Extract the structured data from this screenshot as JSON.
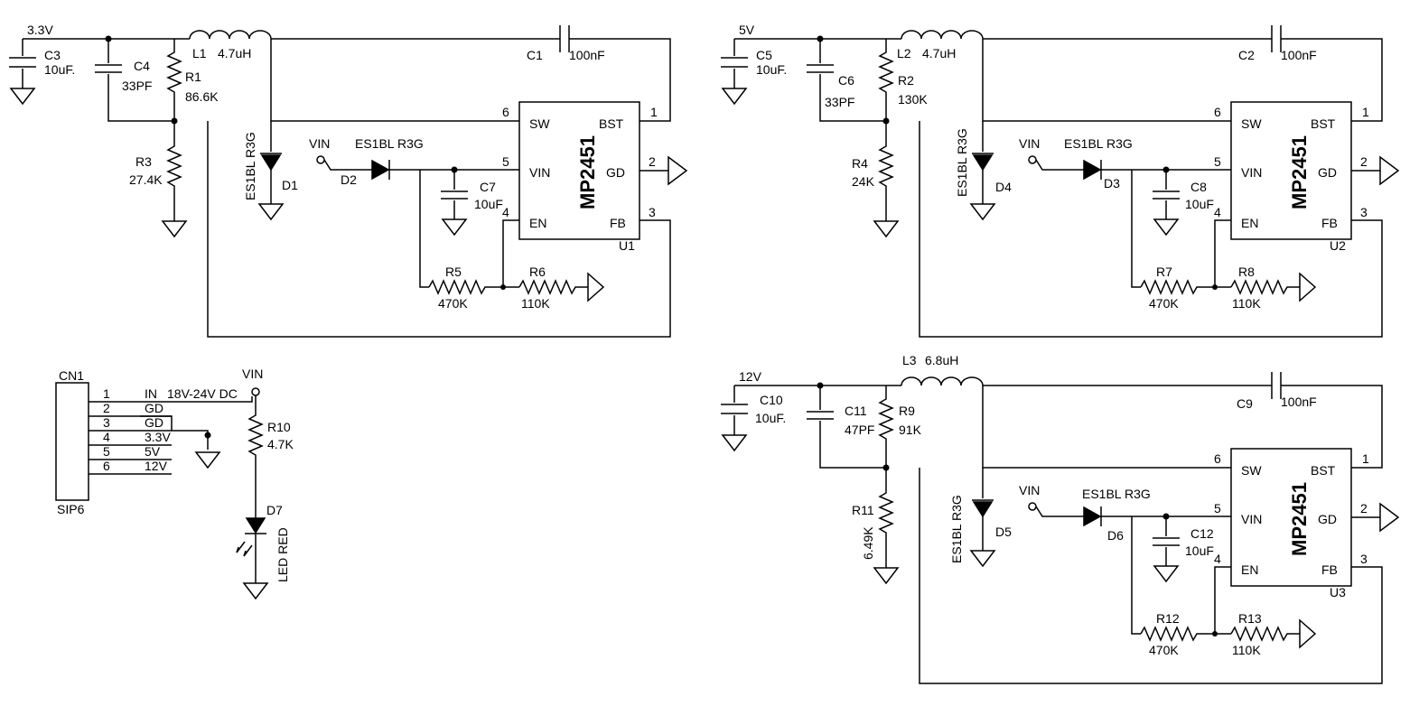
{
  "circuits": [
    {
      "output": "3.3V",
      "c_out": {
        "ref": "C3",
        "value": "10uF."
      },
      "c_ff": {
        "ref": "C4",
        "value": "33PF"
      },
      "inductor": {
        "ref": "L1",
        "value": "4.7uH"
      },
      "r_top": {
        "ref": "R1",
        "value": "86.6K"
      },
      "r_bot": {
        "ref": "R3",
        "value": "27.4K"
      },
      "c_bst": {
        "ref": "C1",
        "value": "100nF"
      },
      "d_sw": {
        "ref": "D1",
        "value": "ES1BL R3G"
      },
      "d_in": {
        "ref": "D2",
        "value": "ES1BL R3G"
      },
      "vin": "VIN",
      "c_in": {
        "ref": "C7",
        "value": "10uF"
      },
      "r_en1": {
        "ref": "R5",
        "value": "470K"
      },
      "r_en2": {
        "ref": "R6",
        "value": "110K"
      },
      "ic": {
        "ref": "U1",
        "part": "MP2451"
      }
    },
    {
      "output": "5V",
      "c_out": {
        "ref": "C5",
        "value": "10uF."
      },
      "c_ff": {
        "ref": "C6",
        "value": "33PF"
      },
      "inductor": {
        "ref": "L2",
        "value": "4.7uH"
      },
      "r_top": {
        "ref": "R2",
        "value": "130K"
      },
      "r_bot": {
        "ref": "R4",
        "value": "24K"
      },
      "c_bst": {
        "ref": "C2",
        "value": "100nF"
      },
      "d_sw": {
        "ref": "D4",
        "value": "ES1BL R3G"
      },
      "d_in": {
        "ref": "D3",
        "value": "ES1BL R3G"
      },
      "vin": "VIN",
      "c_in": {
        "ref": "C8",
        "value": "10uF"
      },
      "r_en1": {
        "ref": "R7",
        "value": "470K"
      },
      "r_en2": {
        "ref": "R8",
        "value": "110K"
      },
      "ic": {
        "ref": "U2",
        "part": "MP2451"
      }
    },
    {
      "output": "12V",
      "c_out": {
        "ref": "C10",
        "value": "10uF."
      },
      "c_ff": {
        "ref": "C11",
        "value": "47PF"
      },
      "inductor": {
        "ref": "L3",
        "value": "6.8uH"
      },
      "r_top": {
        "ref": "R9",
        "value": "91K"
      },
      "r_bot": {
        "ref": "R11",
        "value": "6.49K"
      },
      "c_bst": {
        "ref": "C9",
        "value": "100nF"
      },
      "d_sw": {
        "ref": "D5",
        "value": "ES1BL R3G"
      },
      "d_in": {
        "ref": "D6",
        "value": "ES1BL R3G"
      },
      "vin": "VIN",
      "c_in": {
        "ref": "C12",
        "value": "10uF"
      },
      "r_en1": {
        "ref": "R12",
        "value": "470K"
      },
      "r_en2": {
        "ref": "R13",
        "value": "110K"
      },
      "ic": {
        "ref": "U3",
        "part": "MP2451"
      }
    }
  ],
  "ic_pins": {
    "sw": "SW",
    "bst": "BST",
    "vin": "VIN",
    "gd": "GD",
    "en": "EN",
    "fb": "FB",
    "n_sw": "6",
    "n_bst": "1",
    "n_vin": "5",
    "n_gd": "2",
    "n_en": "4",
    "n_fb": "3"
  },
  "connector": {
    "ref": "CN1",
    "footprint": "SIP6",
    "pins": [
      {
        "num": "1",
        "label": "IN",
        "note": "18V-24V DC"
      },
      {
        "num": "2",
        "label": "GD"
      },
      {
        "num": "3",
        "label": "GD"
      },
      {
        "num": "4",
        "label": "3.3V"
      },
      {
        "num": "5",
        "label": "5V"
      },
      {
        "num": "6",
        "label": "12V"
      }
    ]
  },
  "indicator": {
    "vin": "VIN",
    "resistor": {
      "ref": "R10",
      "value": "4.7K"
    },
    "led": {
      "ref": "D7",
      "value": "LED RED"
    }
  }
}
